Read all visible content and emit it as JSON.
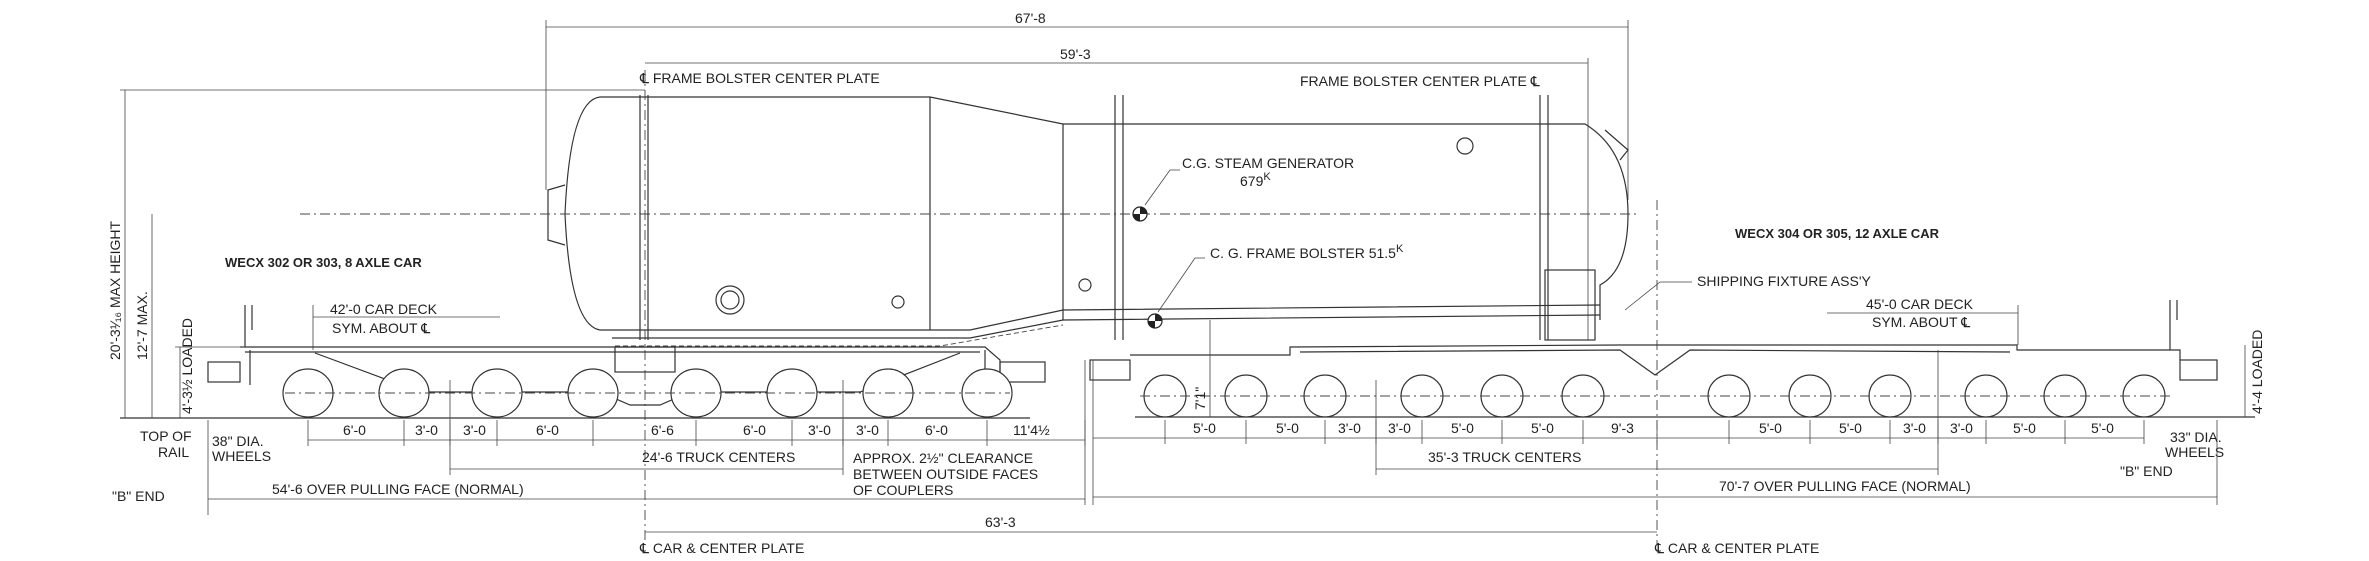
{
  "dimensions_top": {
    "overall_vessel": "67'-8",
    "bolster_centers": "59'-3"
  },
  "labels": {
    "frame_bolster_left": "℄ FRAME BOLSTER CENTER PLATE",
    "frame_bolster_right": "FRAME BOLSTER CENTER PLATE ℄",
    "cg_steam_generator": "C.G. STEAM GENERATOR",
    "cg_steam_generator_weight": "679",
    "cg_steam_generator_unit": "K",
    "cg_frame_bolster": "C. G. FRAME BOLSTER 51.5",
    "cg_frame_bolster_unit": "K",
    "shipping_fixture": "SHIPPING FIXTURE ASS'Y",
    "car_left": "WECX 302 OR 303, 8 AXLE CAR",
    "car_right": "WECX 304 OR 305, 12 AXLE CAR",
    "deck_left_1": "42'-0 CAR DECK",
    "deck_left_2": "SYM. ABOUT ℄",
    "deck_right_1": "45'-0 CAR DECK",
    "deck_right_2": "SYM. ABOUT ℄",
    "max_height": "20'-3¹⁄₁₆ MAX HEIGHT",
    "cl_height": "12'-7 MAX.",
    "loaded_left": "4'-3½ LOADED",
    "loaded_right": "4'-4 LOADED",
    "height_7_1": "7'1\"",
    "top_of_rail_1": "TOP OF",
    "top_of_rail_2": "RAIL",
    "wheels_left_1": "38\" DIA.",
    "wheels_left_2": "WHEELS",
    "wheels_right_1": "33\" DIA.",
    "wheels_right_2": "WHEELS",
    "b_end_left": "\"B\" END",
    "b_end_right": "\"B\" END",
    "truck_centers_left": "24'-6 TRUCK CENTERS",
    "truck_centers_right": "35'-3 TRUCK CENTERS",
    "clearance_1": "APPROX. 2½\" CLEARANCE",
    "clearance_2": "BETWEEN OUTSIDE FACES",
    "clearance_3": "OF COUPLERS",
    "pulling_left": "54'-6 OVER PULLING FACE (NORMAL)",
    "pulling_right": "70'-7 OVER PULLING FACE (NORMAL)",
    "car_centers": "63'-3",
    "car_center_plate_left": "℄ CAR & CENTER PLATE",
    "car_center_plate_right": "℄ CAR & CENTER PLATE"
  },
  "axle_spacing_left": [
    "6'-0",
    "3'-0",
    "3'-0",
    "6'-0",
    "6'-6",
    "6'-0",
    "3'-0",
    "3'-0",
    "6'-0",
    "11'4½"
  ],
  "axle_spacing_right": [
    "5'-0",
    "5'-0",
    "3'-0",
    "3'-0",
    "5'-0",
    "5'-0",
    "9'-3",
    "5'-0",
    "5'-0",
    "3'-0",
    "3'-0",
    "5'-0",
    "5'-0"
  ]
}
